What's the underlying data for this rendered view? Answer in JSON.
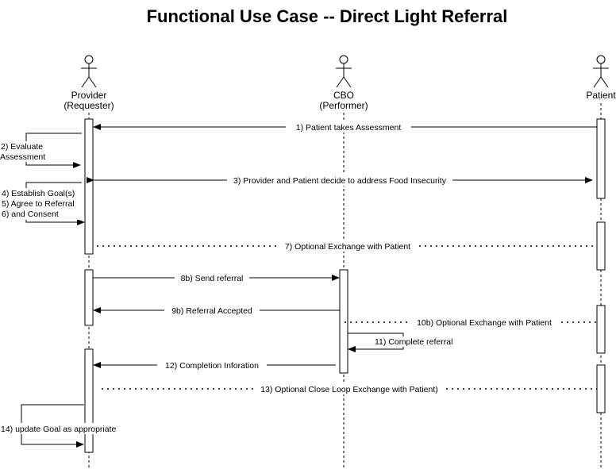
{
  "title": "Functional Use Case -- Direct Light Referral",
  "actors": {
    "provider": {
      "name": "Provider",
      "role": "(Requester)"
    },
    "cbo": {
      "name": "CBO",
      "role": "(Performer)"
    },
    "patient": {
      "name": "Patient"
    }
  },
  "messages": {
    "m1": "1) Patient takes Assessment",
    "m2a": "2) Evaluate",
    "m2b": "Assessment",
    "m3": "3) Provider and Patient decide to address Food Insecurity",
    "m4": "4) Establish Goal(s)",
    "m5": "5) Agree to Referral",
    "m6": "6) and Consent",
    "m7": "7) Optional Exchange with Patient",
    "m8b": "8b) Send referral",
    "m9b": "9b) Referral Accepted",
    "m10b": "10b) Optional Exchange with Patient",
    "m11": "11) Complete referral",
    "m12": "12) Completion Inforation",
    "m13": "13) Optional Close Loop Exchange with Patient)",
    "m14": "14) update Goal as appropriate"
  }
}
